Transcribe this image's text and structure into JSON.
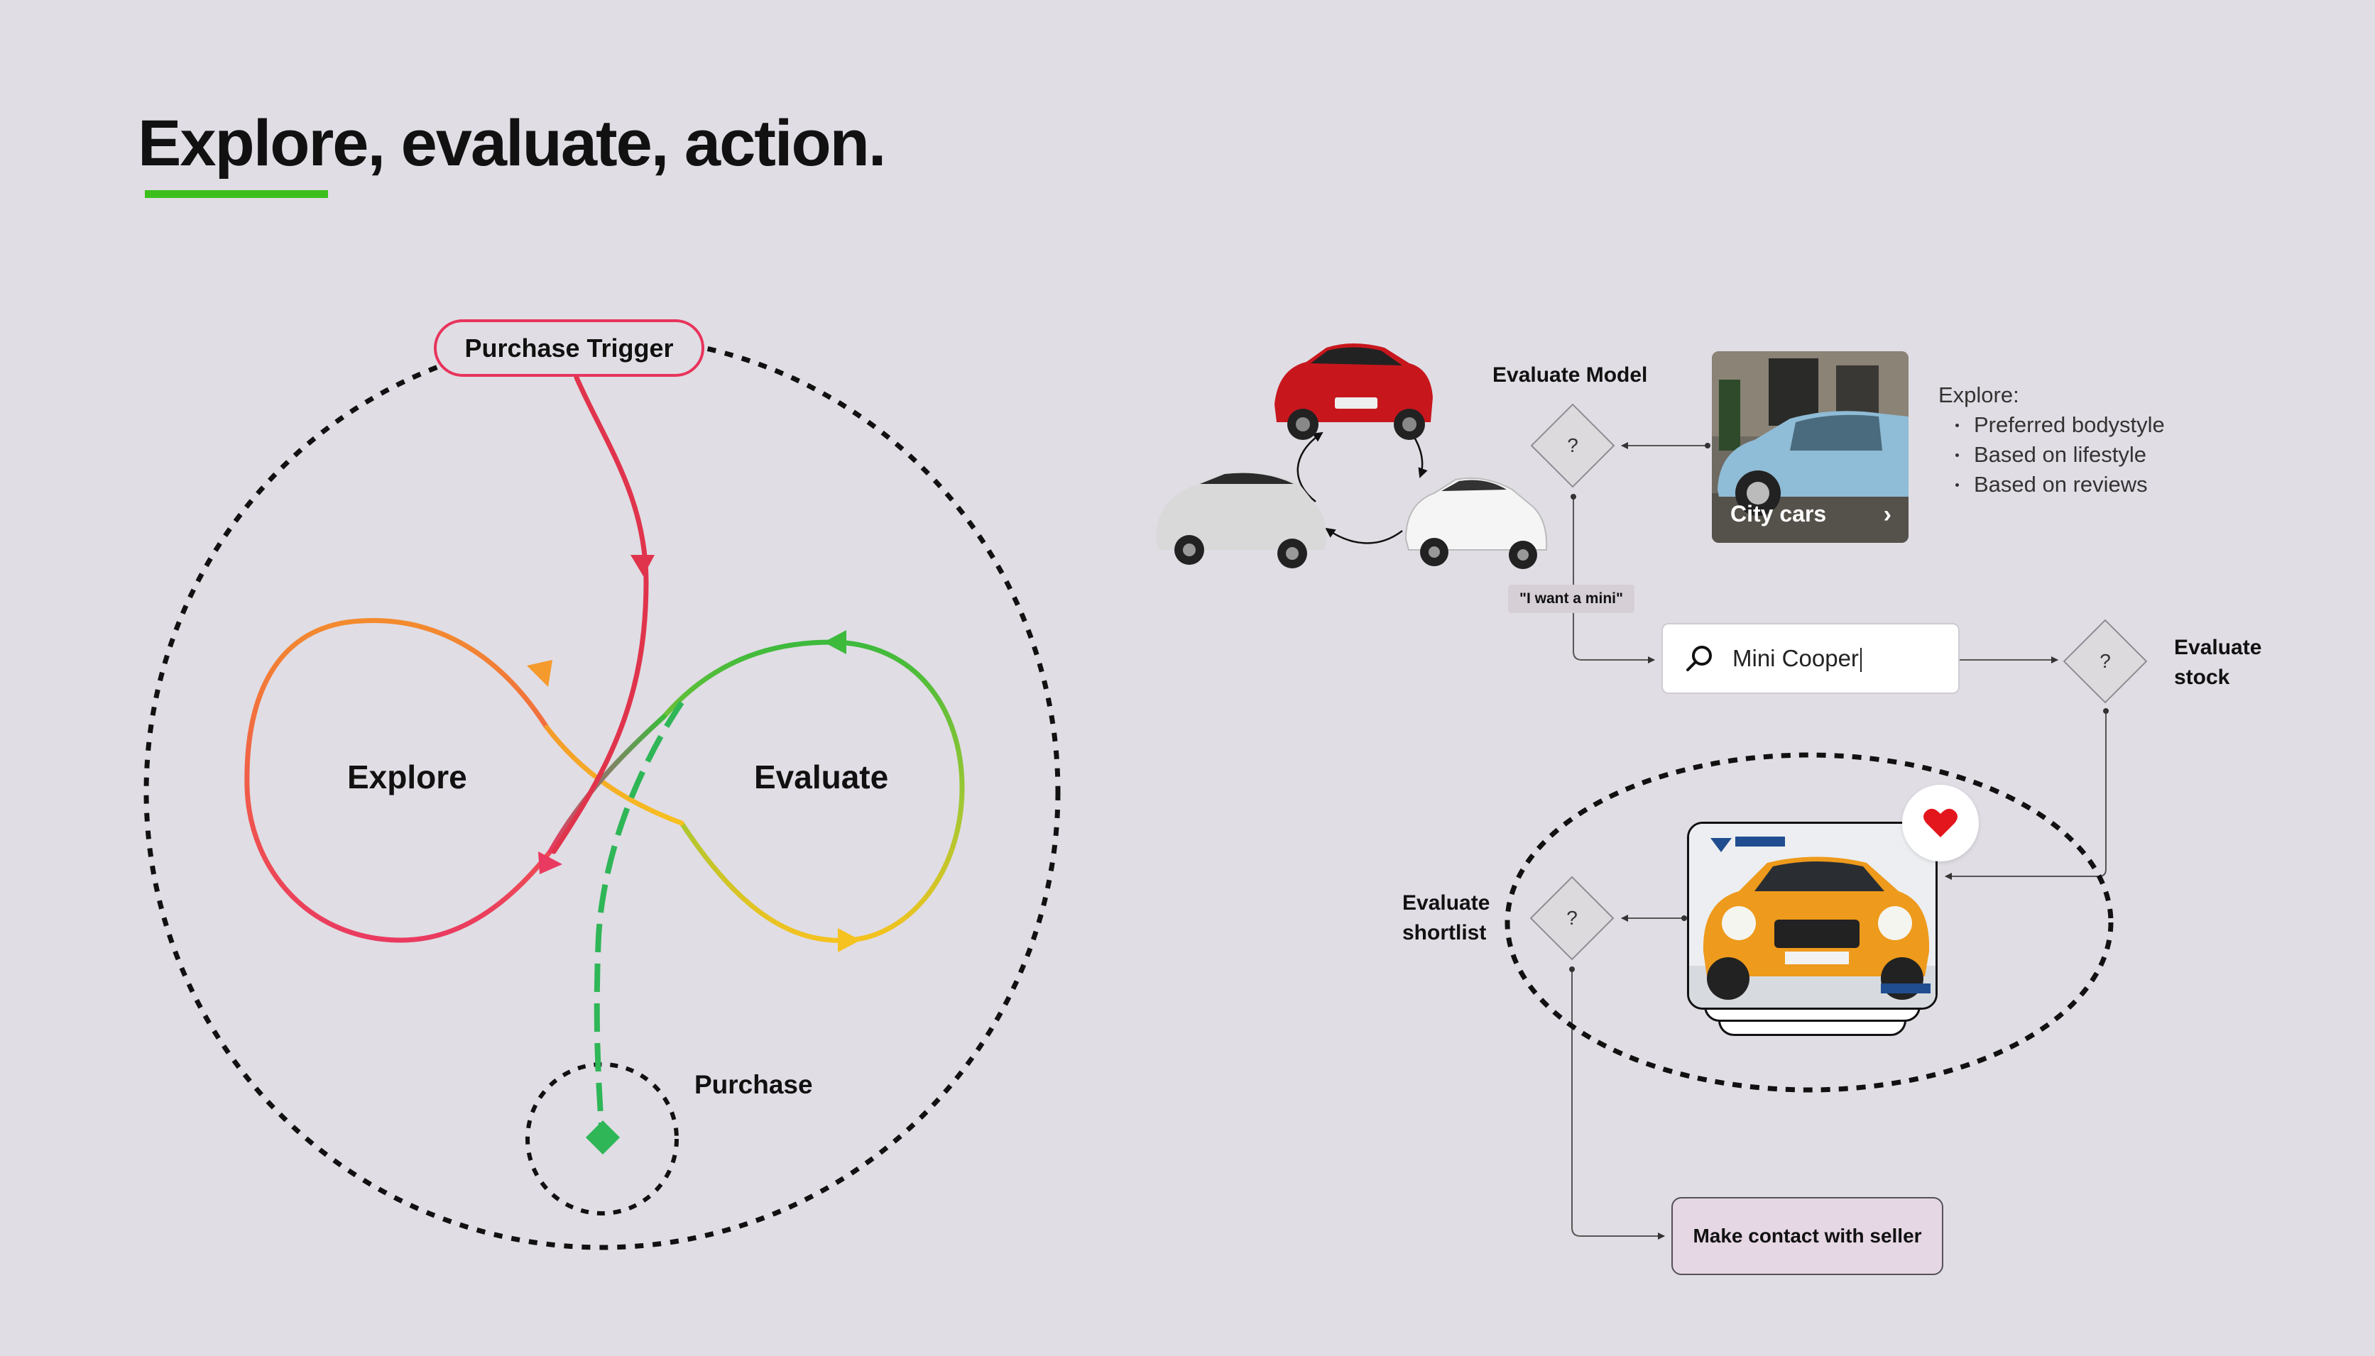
{
  "title": "Explore, evaluate, action.",
  "loop": {
    "trigger": "Purchase Trigger",
    "explore": "Explore",
    "evaluate": "Evaluate",
    "purchase": "Purchase"
  },
  "flow": {
    "evaluate_model": "Evaluate Model",
    "evaluate_stock_line1": "Evaluate",
    "evaluate_stock_line2": "stock",
    "evaluate_shortlist_line1": "Evaluate",
    "evaluate_shortlist_line2": "shortlist",
    "decision_symbol": "?",
    "quote": "\"I want a mini\"",
    "search_value": "Mini Cooper",
    "category_card": "City cars",
    "explore_heading": "Explore:",
    "explore_items": [
      "Preferred bodystyle",
      "Based on lifestyle",
      "Based on reviews"
    ],
    "contact_button": "Make contact with seller"
  },
  "colors": {
    "background": "#e0dde4",
    "accent_green": "#3cbf1c",
    "trigger_pink": "#e8345c",
    "heart_red": "#e3161e"
  }
}
